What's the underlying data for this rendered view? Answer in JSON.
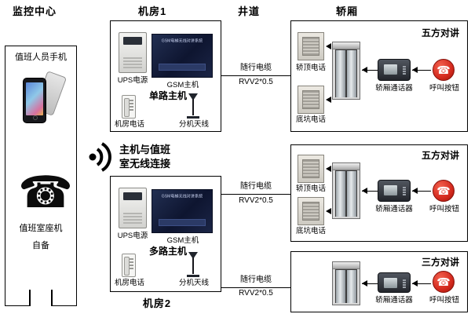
{
  "headers": {
    "monitoring_center": "监控中心",
    "machine_room_1": "机房1",
    "shaft": "井道",
    "car": "轿厢",
    "machine_room_2": "机房2"
  },
  "monitoring": {
    "staff_phone_label": "值班人员手机",
    "duty_room_phone_label": "值班室座机",
    "self_provided_label": "自备"
  },
  "wireless_link": {
    "line1": "主机与值班",
    "line2": "室无线连接"
  },
  "machine_rooms": [
    {
      "ups_label": "UPS电源",
      "gsm_label": "GSM主机",
      "host_label": "单路主机",
      "room_phone_label": "机房电话",
      "antenna_label": "分机天线",
      "gsm_panel_text": "GSM电梯无线对讲系统"
    },
    {
      "ups_label": "UPS电源",
      "gsm_label": "GSM主机",
      "host_label": "多路主机",
      "room_phone_label": "机房电话",
      "antenna_label": "分机天线",
      "gsm_panel_text": "GSM电梯无线对讲系统"
    }
  ],
  "cables": [
    {
      "name": "随行电缆",
      "spec": "RVV2*0.5"
    },
    {
      "name": "随行电缆",
      "spec": "RVV2*0.5"
    },
    {
      "name": "随行电缆",
      "spec": "RVV2*0.5"
    }
  ],
  "car_groups": [
    {
      "mode": "五方对讲",
      "top_phone": "轿顶电话",
      "pit_phone": "底坑电话",
      "intercom": "轿厢通话器",
      "call_button": "呼叫按钮"
    },
    {
      "mode": "五方对讲",
      "top_phone": "轿顶电话",
      "pit_phone": "底坑电话",
      "intercom": "轿厢通话器",
      "call_button": "呼叫按钮"
    },
    {
      "mode": "三方对讲",
      "intercom": "轿厢通话器",
      "call_button": "呼叫按钮"
    }
  ],
  "icons": {
    "desk_phone": "☎",
    "call_button_phone": "☎"
  },
  "colors": {
    "call_button_red": "#d42a1e",
    "gsm_host_navy": "#161f3a",
    "line_black": "#000000"
  }
}
